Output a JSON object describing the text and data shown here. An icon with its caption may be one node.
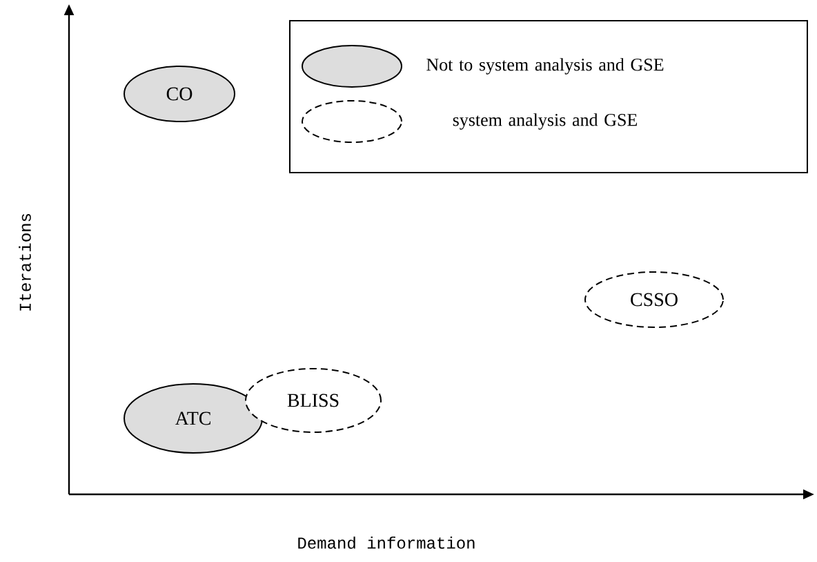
{
  "diagram": {
    "nodes": [
      {
        "text": [
          "CO"
        ]
      },
      {
        "text": [
          "CSSO"
        ]
      },
      {
        "text": [
          "ATC"
        ]
      },
      {
        "text": [
          "BLISS"
        ]
      }
    ],
    "labels": [
      "Iterations",
      "Demand information"
    ],
    "legend": [
      {
        "text": "Not to system analysis and GSE"
      },
      {
        "text": "system analysis and GSE"
      }
    ]
  }
}
